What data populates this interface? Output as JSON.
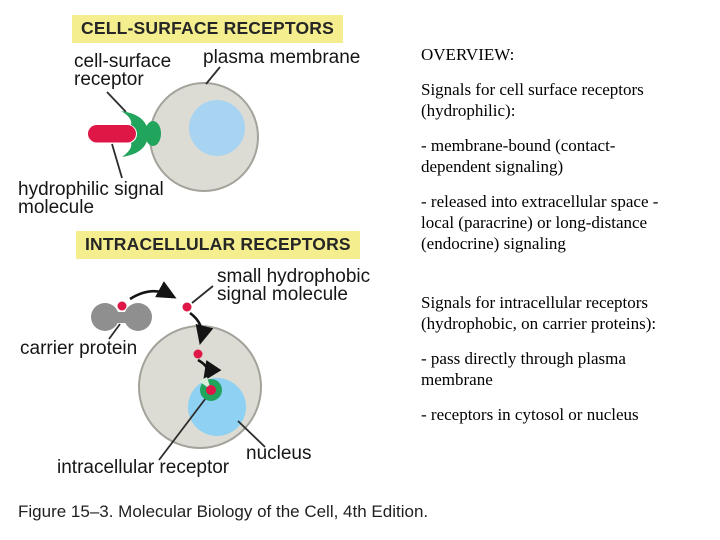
{
  "sections": {
    "cell_surface": {
      "title": "CELL-SURFACE RECEPTORS",
      "labels": {
        "receptor": "cell-surface\nreceptor",
        "plasma_membrane": "plasma membrane",
        "signal": "hydrophilic signal\nmolecule"
      }
    },
    "intracellular": {
      "title": "INTRACELLULAR RECEPTORS",
      "labels": {
        "signal": "small hydrophobic\nsignal molecule",
        "carrier": "carrier protein",
        "receptor": "intracellular receptor",
        "nucleus": "nucleus"
      }
    }
  },
  "overview": {
    "heading": "OVERVIEW:",
    "paragraphs": [
      "Signals for cell surface receptors\n(hydrophilic):",
      "- membrane-bound (contact-\ndependent signaling)",
      "- released into extracellular space -\nlocal (paracrine) or long-distance\n(endocrine) signaling",
      "Signals for intracellular receptors\n(hydrophobic, on carrier proteins):",
      "- pass directly through plasma\nmembrane",
      "- receptors in cytosol or nucleus"
    ]
  },
  "caption": "Figure 15–3. Molecular Biology of the Cell, 4th Edition.",
  "colors": {
    "yellow_highlight": "#f5ee8e",
    "receptor_green": "#21a45c",
    "signal_red": "#df1746",
    "cell_gray": "#dcdcd4",
    "nucleus_blue_top": "#a8d4f2",
    "nucleus_blue_bottom": "#8ed1f2",
    "carrier_gray": "#8f8f8f"
  }
}
